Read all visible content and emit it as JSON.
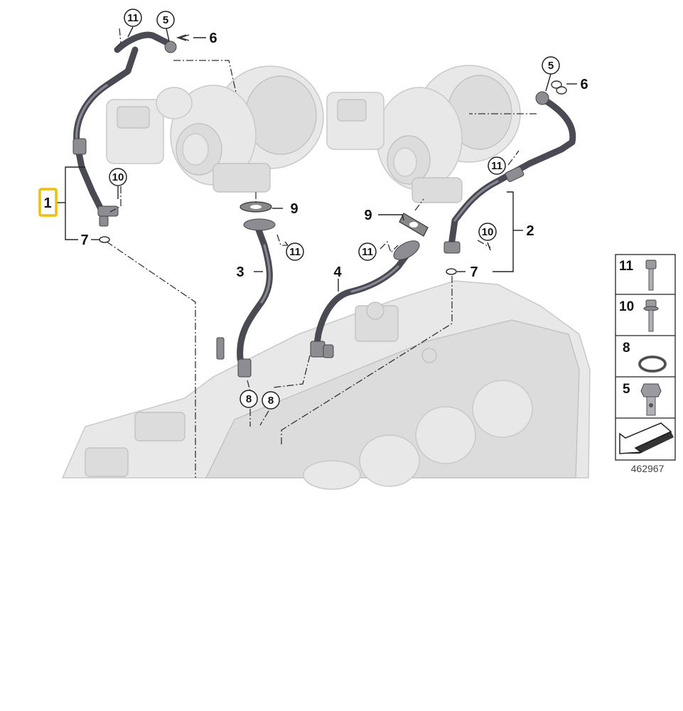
{
  "callouts": {
    "c1": "1",
    "c2": "2",
    "c3": "3",
    "c4": "4",
    "c5a": "5",
    "c5b": "5",
    "c6a": "6",
    "c6b": "6",
    "c7a": "7",
    "c7b": "7",
    "c8a": "8",
    "c8b": "8",
    "c9a": "9",
    "c9b": "9",
    "c10a": "10",
    "c10b": "10",
    "c11a": "11",
    "c11b": "11",
    "c11c": "11",
    "c11d": "11"
  },
  "legend": {
    "items": [
      "11",
      "10",
      "8",
      "5"
    ],
    "catalog_number": "462967"
  },
  "colors": {
    "highlight": "#f0c000",
    "pipe": "#4a4a54",
    "ghost_parts": "#e8e8e8"
  }
}
